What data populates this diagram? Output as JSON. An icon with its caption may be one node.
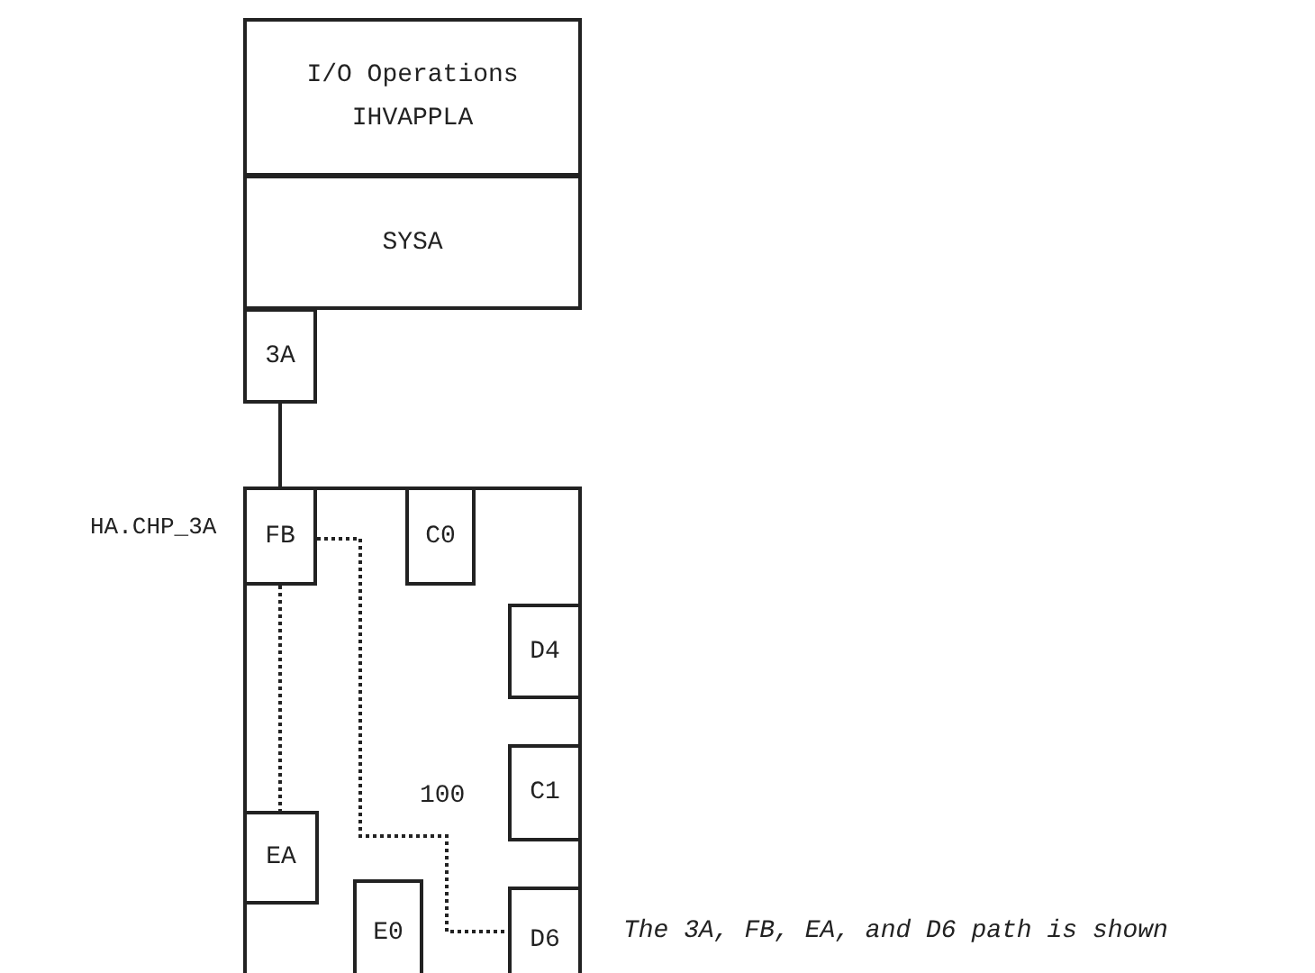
{
  "diagram": {
    "nodes": [
      {
        "text": [
          "I/O Operations IHVAPPLA"
        ]
      },
      {
        "text": [
          "SYSA"
        ]
      },
      {
        "text": [
          "3A"
        ]
      },
      {
        "text": [
          "100"
        ]
      },
      {
        "text": [
          "FB"
        ],
        "in": 3
      },
      {
        "text": [
          "C0"
        ],
        "in": 3
      },
      {
        "text": [
          "D4"
        ],
        "in": 3
      },
      {
        "text": [
          "C1"
        ],
        "in": 3
      },
      {
        "text": [
          "EA"
        ],
        "in": 3
      },
      {
        "text": [
          "E0"
        ],
        "in": 3
      },
      {
        "text": [
          "D6"
        ],
        "in": 3
      }
    ],
    "edges": [
      {
        "from": 2,
        "to": 4,
        "arrow": "none"
      },
      {
        "from": 4,
        "to": 8,
        "arrow": "none",
        "style": "dashed"
      },
      {
        "from": 4,
        "to": 10,
        "arrow": "none",
        "style": "dashed"
      }
    ],
    "labels": [
      "HA.CHP_3A",
      "The 3A, FB, EA, and D6 path is shown"
    ]
  }
}
